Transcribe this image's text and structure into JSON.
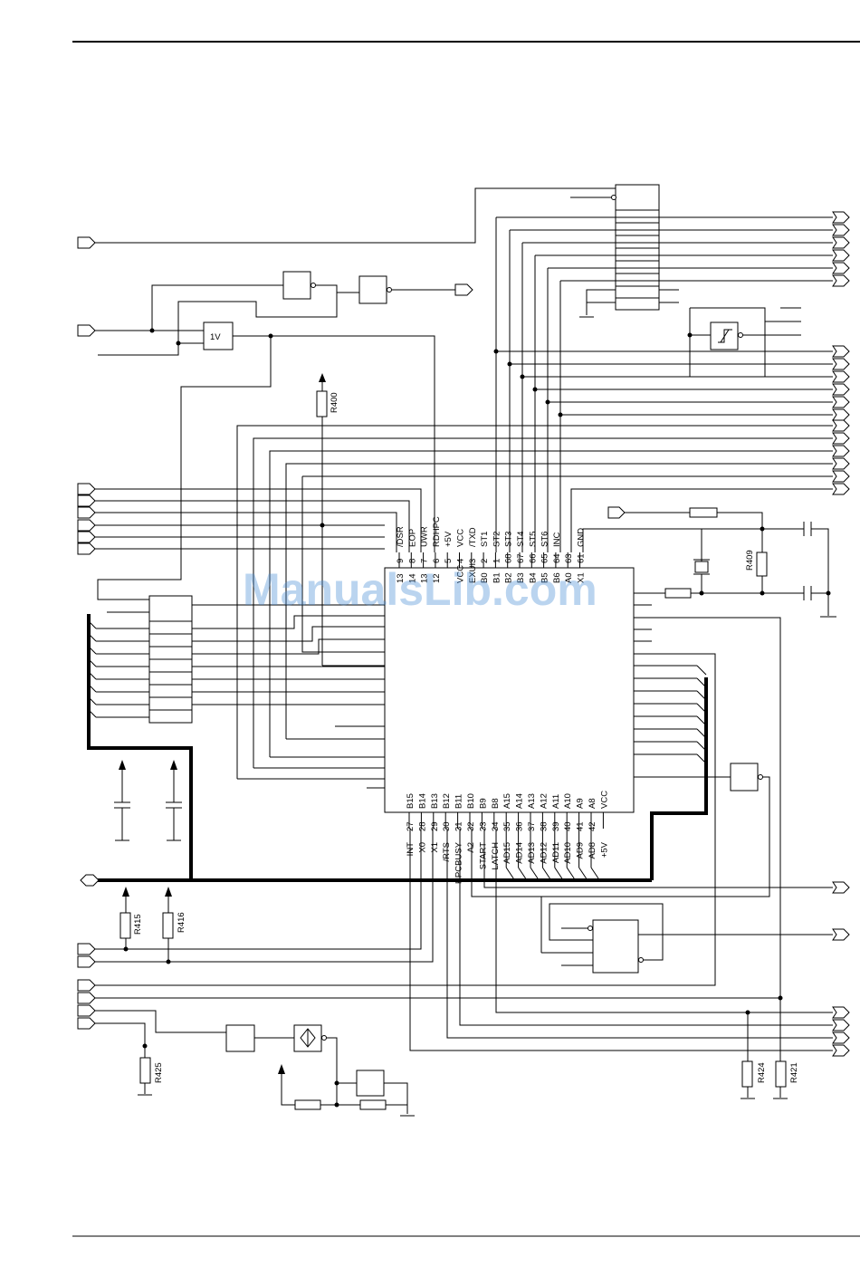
{
  "watermark": "ManualsLib.com",
  "ic": {
    "top_pins": [
      {
        "num": "9",
        "name": "/DSR"
      },
      {
        "num": "8",
        "name": "EOP"
      },
      {
        "num": "7",
        "name": "UWR"
      },
      {
        "num": "6",
        "name": "RDHPC"
      },
      {
        "num": "5",
        "name": "+5V"
      },
      {
        "num": "4",
        "name": "VCC"
      },
      {
        "num": "3",
        "name": "/TXD"
      },
      {
        "num": "2",
        "name": "ST1"
      },
      {
        "num": "1",
        "name": "ST2"
      },
      {
        "num": "68",
        "name": "ST3"
      },
      {
        "num": "67",
        "name": "ST4"
      },
      {
        "num": "66",
        "name": "ST5"
      },
      {
        "num": "65",
        "name": "ST6"
      },
      {
        "num": "64",
        "name": "INC"
      },
      {
        "num": "63",
        "name": ""
      },
      {
        "num": "61",
        "name": "GND"
      }
    ],
    "top_inner": [
      "13",
      "14",
      "13",
      "12",
      "",
      "VCC",
      "EXUI",
      "B0",
      "B1",
      "B2",
      "B3",
      "B4",
      "B5",
      "B6",
      "A0",
      "X1"
    ],
    "bottom_pins": [
      {
        "num": "27",
        "name": "INT",
        "inner": "B15"
      },
      {
        "num": "28",
        "name": "X0",
        "inner": "B14"
      },
      {
        "num": "29",
        "name": "X1",
        "inner": "B13"
      },
      {
        "num": "30",
        "name": "/RTS",
        "inner": "B12"
      },
      {
        "num": "31",
        "name": "HPCBUSY",
        "inner": "B11"
      },
      {
        "num": "32",
        "name": "A2",
        "inner": "B10"
      },
      {
        "num": "33",
        "name": "START",
        "inner": "B9"
      },
      {
        "num": "34",
        "name": "LATCH",
        "inner": "B8"
      },
      {
        "num": "35",
        "name": "AD15",
        "inner": "A15"
      },
      {
        "num": "36",
        "name": "AD14",
        "inner": "A14"
      },
      {
        "num": "37",
        "name": "AD13",
        "inner": "A13"
      },
      {
        "num": "38",
        "name": "AD12",
        "inner": "A12"
      },
      {
        "num": "39",
        "name": "AD11",
        "inner": "A11"
      },
      {
        "num": "40",
        "name": "AD10",
        "inner": "A10"
      },
      {
        "num": "41",
        "name": "AD9",
        "inner": "A9"
      },
      {
        "num": "42",
        "name": "AD8",
        "inner": "A8"
      },
      {
        "num": "",
        "name": "+5V",
        "inner": "VCC"
      }
    ]
  },
  "resistors": {
    "r400": "R400",
    "r409": "R409",
    "r415": "R415",
    "r416": "R416",
    "r425": "R425",
    "r424": "R424",
    "r421": "R421"
  },
  "gate_labels": {
    "buffer": "1V"
  }
}
